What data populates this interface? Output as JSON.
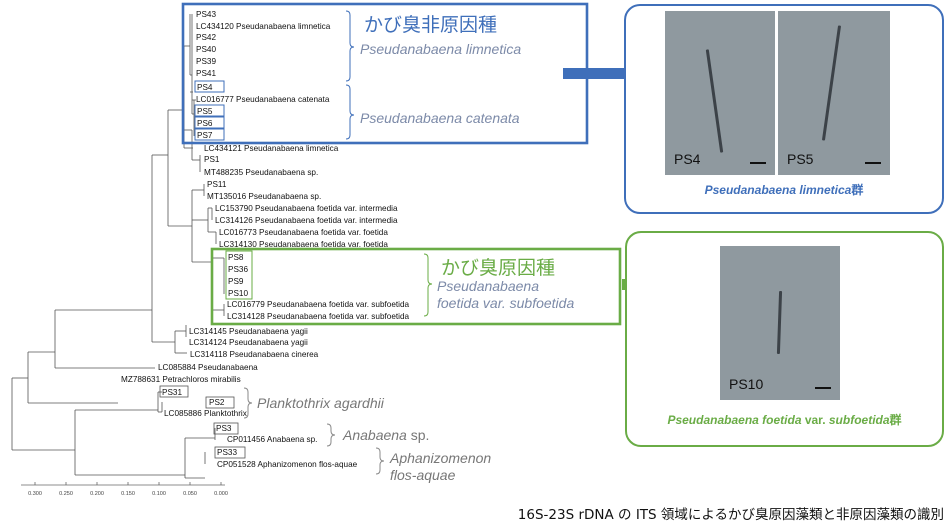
{
  "tree_labels": [
    "PS43",
    "LC434120 Pseudanabaena limnetica",
    "PS42",
    "PS40",
    "PS39",
    "PS41",
    "PS4",
    "LC016777 Pseudanabaena catenata",
    "PS5",
    "PS6",
    "PS7",
    "LC434121 Pseudanabaena limnetica",
    "PS1",
    "MT488235 Pseudanabaena sp.",
    "PS11",
    "MT135016 Pseudanabaena sp.",
    "LC153790 Pseudanabaena foetida var. intermedia",
    "LC314126 Pseudanabaena foetida var. intermedia",
    "LC016773 Pseudanabaena foetida var. foetida",
    "LC314130 Pseudanabaena foetida var. foetida",
    "PS8",
    "PS36",
    "PS9",
    "PS10",
    "LC016779 Pseudanabaena foetida var. subfoetida",
    "LC314128 Pseudanabaena foetida var. subfoetida",
    "LC314145 Pseudanabaena yagii",
    "LC314124 Pseudanabaena yagii",
    "LC314118 Pseudanabaena cinerea",
    "LC085884 Pseudanabaena",
    "MZ788631 Petrachloros mirabilis",
    "PS31",
    "PS2",
    "LC085886 Planktothrix",
    "PS3",
    "CP011456 Anabaena sp.",
    "PS33",
    "CP051528 Aphanizomenon flos-aquae"
  ],
  "scale_ticks": [
    "0.300",
    "0.250",
    "0.200",
    "0.150",
    "0.100",
    "0.050",
    "0.000"
  ],
  "groups": {
    "non_odor_title": "かび臭非原因種",
    "limnetica_label": "Pseudanabaena limnetica",
    "catenata_label": "Pseudanabaena catenata",
    "odor_title": "かび臭原因種",
    "subfoetida_line1": "Pseudanabaena",
    "subfoetida_line2": "foetida var. subfoetida",
    "planktothrix_label": "Planktothrix agardhii",
    "anabaena_genus": "Anabaena",
    "anabaena_sp": "sp.",
    "aphanizomenon_line1": "Aphanizomenon",
    "aphanizomenon_line2": "flos-aquae"
  },
  "panels": {
    "top": {
      "images": [
        "PS4",
        "PS5"
      ],
      "caption_italic": "Pseudanabaena limnetica",
      "caption_suffix": "群"
    },
    "bottom": {
      "images": [
        "PS10"
      ],
      "caption_italic_1": "Pseudanabaena foetida",
      "caption_plain": " var. ",
      "caption_italic_2": "subfoetida",
      "caption_suffix": "群"
    }
  },
  "colors": {
    "blue": "#3f6fba",
    "green": "#6aac46",
    "label_gray": "#7c8aa8"
  },
  "caption": "16S-23S rDNA の ITS 領域によるかび臭原因藻類と非原因藻類の識別"
}
